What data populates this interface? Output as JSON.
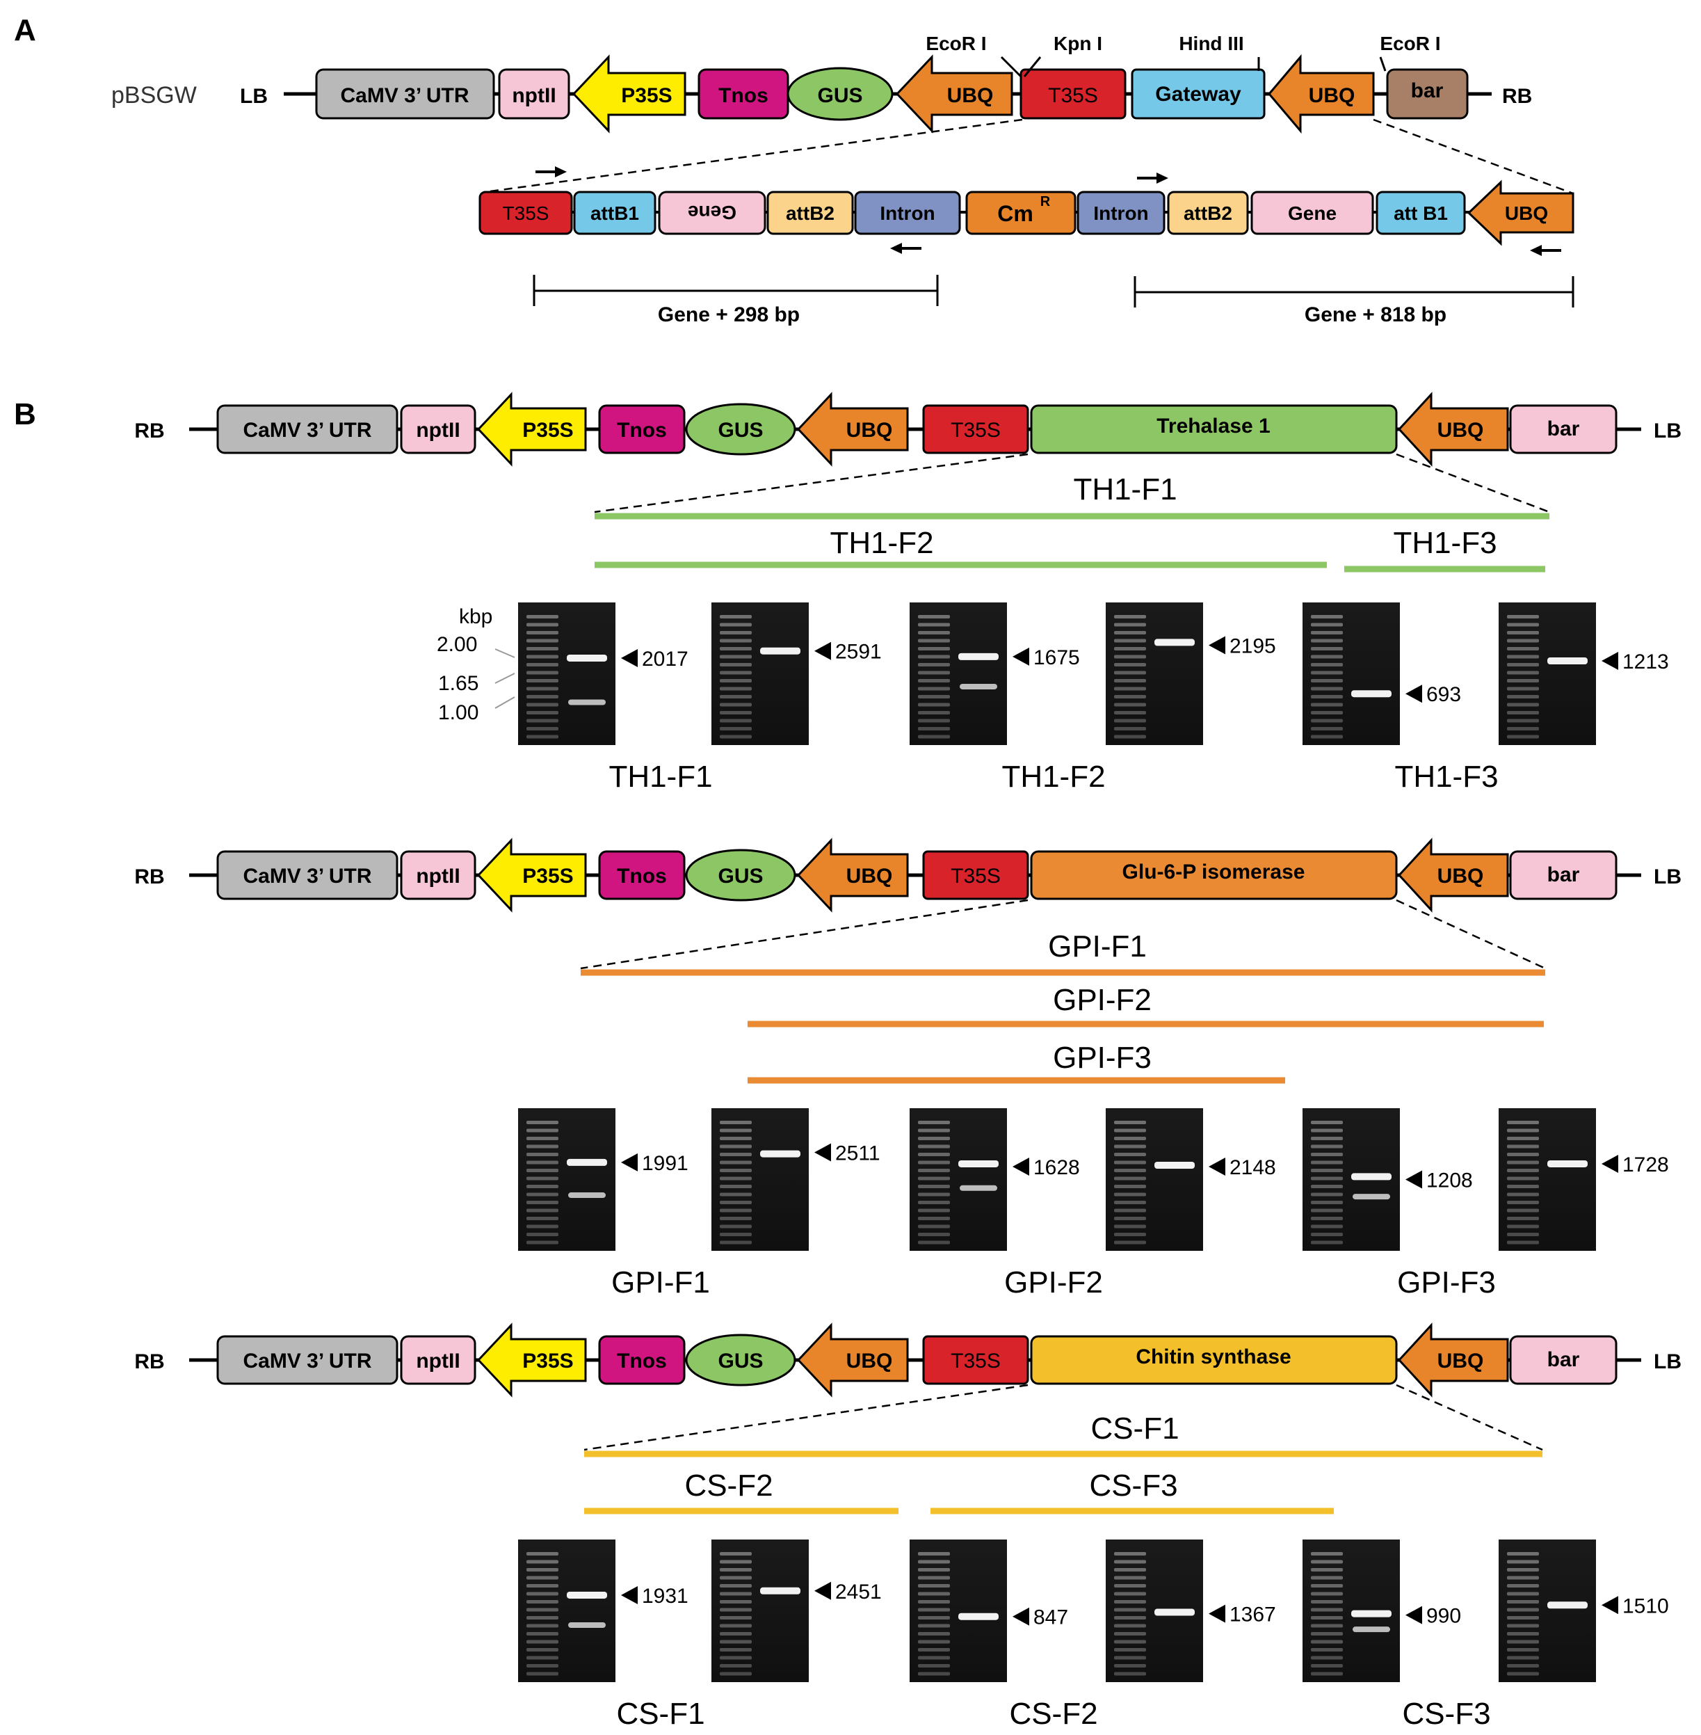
{
  "panel_a": {
    "label": "A",
    "plasmid_name": "pBSGW",
    "lb": "LB",
    "rb": "RB",
    "elements": [
      "CaMV 3’ UTR",
      "nptII",
      "P35S",
      "Tnos",
      "GUS",
      "UBQ",
      "T35S",
      "Gateway",
      "UBQ",
      "bar"
    ],
    "sites": [
      "EcoR I",
      "Kpn I",
      "Hind III",
      "EcoR I"
    ],
    "detail_elements": [
      "T35S",
      "attB1",
      "Gene",
      "attB2",
      "Intron",
      "Cm",
      "R",
      "Intron",
      "attB2",
      "Gene",
      "att B1",
      "UBQ"
    ],
    "sizes": [
      "Gene + 298 bp",
      "Gene + 818 bp"
    ]
  },
  "panel_b": {
    "label": "B",
    "kbp_label": "kbp",
    "ladder_marks": [
      "2.00",
      "1.65",
      "1.00"
    ],
    "constructs": [
      {
        "rb": "RB",
        "lb": "LB",
        "elements": [
          "CaMV 3’ UTR",
          "nptII",
          "P35S",
          "Tnos",
          "GUS",
          "UBQ",
          "T35S",
          "Trehalase 1",
          "UBQ",
          "bar"
        ],
        "gene_color": "#8dc765",
        "fragments": [
          "TH1-F1",
          "TH1-F2",
          "TH1-F3"
        ],
        "bands": [
          "2017",
          "2591",
          "1675",
          "2195",
          "693",
          "1213"
        ],
        "gel_labels": [
          "TH1-F1",
          "TH1-F2",
          "TH1-F3"
        ]
      },
      {
        "rb": "RB",
        "lb": "LB",
        "elements": [
          "CaMV 3’ UTR",
          "nptII",
          "P35S",
          "Tnos",
          "GUS",
          "UBQ",
          "T35S",
          "Glu-6-P isomerase",
          "UBQ",
          "bar"
        ],
        "gene_color": "#ea8a33",
        "fragments": [
          "GPI-F1",
          "GPI-F2",
          "GPI-F3"
        ],
        "bands": [
          "1991",
          "2511",
          "1628",
          "2148",
          "1208",
          "1728"
        ],
        "gel_labels": [
          "GPI-F1",
          "GPI-F2",
          "GPI-F3"
        ]
      },
      {
        "rb": "RB",
        "lb": "LB",
        "elements": [
          "CaMV 3’ UTR",
          "nptII",
          "P35S",
          "Tnos",
          "GUS",
          "UBQ",
          "T35S",
          "Chitin synthase",
          "UBQ",
          "bar"
        ],
        "gene_color": "#f3c02c",
        "fragments": [
          "CS-F1",
          "CS-F2",
          "CS-F3"
        ],
        "bands": [
          "1931",
          "2451",
          "847",
          "1367",
          "990",
          "1510"
        ],
        "gel_labels": [
          "CS-F1",
          "CS-F2",
          "CS-F3"
        ]
      }
    ]
  },
  "colors": {
    "camv": "#b9b9b9",
    "nptii": "#f7c6d6",
    "p35s": "#ffed00",
    "tnos": "#d01480",
    "gus": "#8dc765",
    "ubq": "#e8852b",
    "t35s": "#d9232a",
    "gateway": "#75c8e8",
    "bar": "#a88068",
    "attb2": "#fbd38a",
    "intron": "#8091c3",
    "cm": "#e8852b",
    "gene": "#f7c6d6"
  }
}
